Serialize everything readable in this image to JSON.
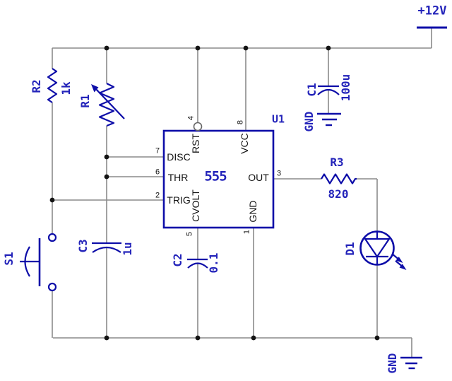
{
  "colors": {
    "wire_gray": "#8a8a8a",
    "symbol_blue": "#0d0da8",
    "label_blue": "#2424ba",
    "pin_text_black": "#141414"
  },
  "power": {
    "vcc_rail": "+12V"
  },
  "grounds": {
    "c1_gnd": "GND",
    "bottom_gnd": "GND"
  },
  "ic": {
    "refdes": "U1",
    "part": "555",
    "pins": {
      "disc": {
        "num": "7",
        "name": "DISC"
      },
      "thr": {
        "num": "6",
        "name": "THR"
      },
      "trig": {
        "num": "2",
        "name": "TRIG"
      },
      "rst": {
        "num": "4",
        "name": "RST"
      },
      "vcc": {
        "num": "8",
        "name": "VCC"
      },
      "out": {
        "num": "3",
        "name": "OUT"
      },
      "cvolt": {
        "num": "5",
        "name": "CVOLT"
      },
      "gnd": {
        "num": "1",
        "name": "GND"
      }
    }
  },
  "components": {
    "r1": {
      "refdes": "R1"
    },
    "r2": {
      "refdes": "R2",
      "value": "1k"
    },
    "r3": {
      "refdes": "R3",
      "value": "820"
    },
    "c1": {
      "refdes": "C1",
      "value": "100u"
    },
    "c2": {
      "refdes": "C2",
      "value": "0.1"
    },
    "c3": {
      "refdes": "C3",
      "value": "1u"
    },
    "d1": {
      "refdes": "D1"
    },
    "s1": {
      "refdes": "S1"
    }
  }
}
